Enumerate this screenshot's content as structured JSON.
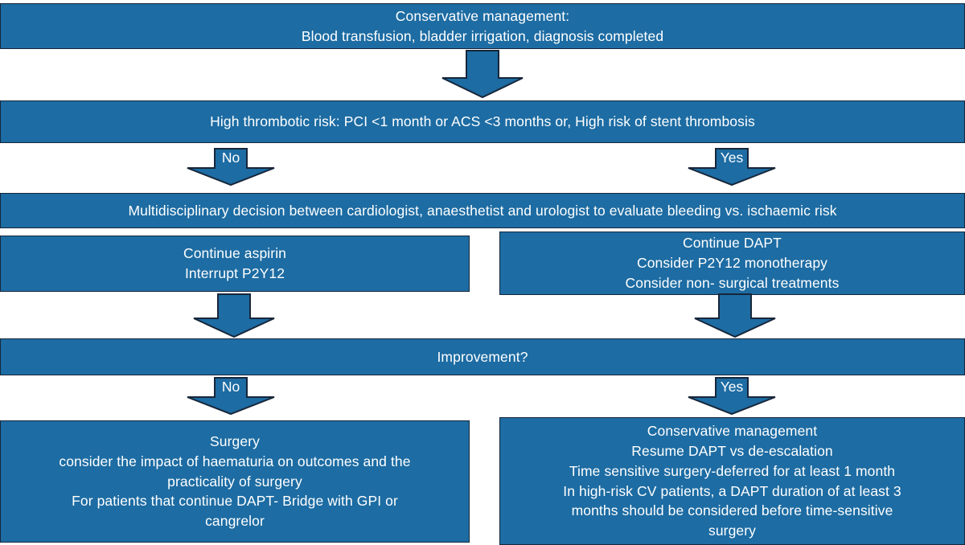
{
  "diagram": {
    "title": "Conservative management flowchart for haematuria in patients on antiplatelet therapy",
    "accent_color": "#1d6ca3",
    "outline_color": "#17263a",
    "text_color": "#ffffff",
    "background_color": "#ffffff"
  },
  "nodes": {
    "conservative_management": {
      "lines": [
        "Conservative management:",
        "Blood transfusion, bladder irrigation, diagnosis completed"
      ]
    },
    "thrombotic_risk": {
      "lines": [
        "High thrombotic risk: PCI <1 month or ACS <3 months or, High risk of stent thrombosis"
      ]
    },
    "multidisciplinary_decision": {
      "lines": [
        "Multidisciplinary decision between cardiologist, anaesthetist and urologist to evaluate bleeding vs. ischaemic risk"
      ]
    },
    "continue_aspirin": {
      "lines": [
        "Continue aspirin",
        "Interrupt P2Y12"
      ]
    },
    "continue_dapt": {
      "lines": [
        "Continue DAPT",
        "Consider P2Y12 monotherapy",
        "Consider non- surgical treatments"
      ]
    },
    "improvement": {
      "lines": [
        "Improvement?"
      ]
    },
    "surgery": {
      "lines": [
        "Surgery",
        "consider the impact of haematuria on outcomes and the",
        "practicality of surgery",
        "For patients that continue DAPT- Bridge with GPI or",
        "cangrelor"
      ]
    },
    "conservative_management_outcome": {
      "lines": [
        "Conservative management",
        "Resume DAPT vs de-escalation",
        "Time sensitive surgery-deferred for at least 1 month",
        "In high-risk CV patients, a DAPT duration of at least 3",
        "months should be considered before time-sensitive",
        "surgery"
      ]
    }
  },
  "arrows": {
    "to_thrombotic_risk": {
      "label": ""
    },
    "risk_no": {
      "label": "No"
    },
    "risk_yes": {
      "label": "Yes"
    },
    "aspirin_to_improvement": {
      "label": ""
    },
    "dapt_to_improvement": {
      "label": ""
    },
    "improvement_no": {
      "label": "No"
    },
    "improvement_yes": {
      "label": "Yes"
    }
  }
}
